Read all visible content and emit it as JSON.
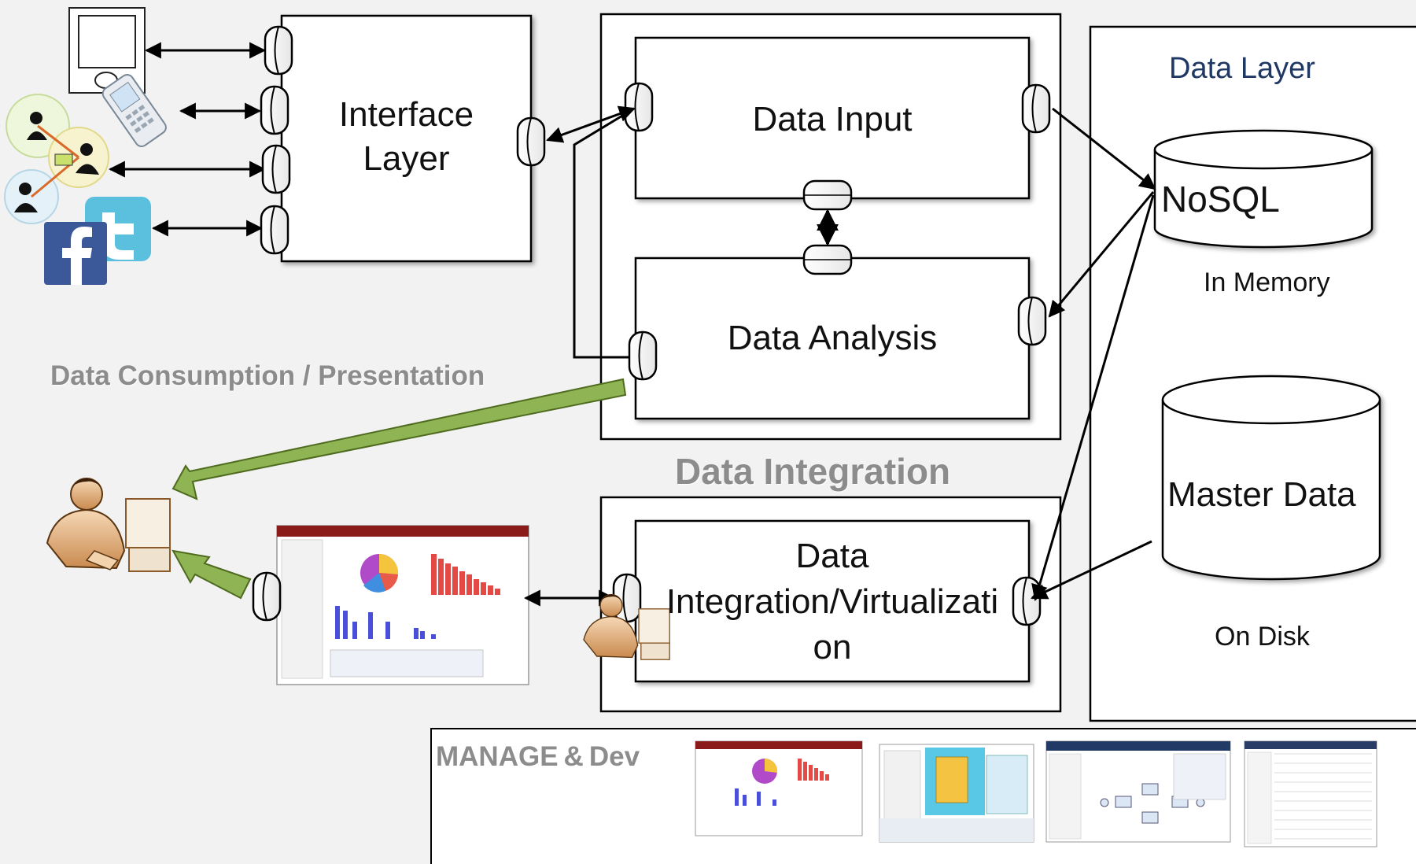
{
  "components": {
    "interface_layer": "Interface\nLayer",
    "data_input": "Data Input",
    "data_analysis": "Data Analysis",
    "data_integration_box": "Data\nIntegration/Virtualizati\non",
    "data_layer_title": "Data Layer",
    "nosql": "NoSQL",
    "in_memory": "In Memory",
    "master_data": "Master Data",
    "on_disk": "On Disk"
  },
  "section_labels": {
    "consumption": "Data Consumption / Presentation",
    "integration": "Data Integration",
    "manage": "MANAGE & Dev"
  },
  "icons": [
    "computer-icon",
    "mobile-phone-icon",
    "people-network-icon",
    "facebook-icon",
    "twitter-icon",
    "user-at-computer-icon",
    "dashboard-screenshot",
    "designer-screenshot",
    "process-screenshot",
    "table-screenshot"
  ],
  "colors": {
    "data_layer_title": "#1f3864",
    "green_arrow": "#8fb454",
    "section_gray": "#8c8c8c",
    "facebook": "#3b5998",
    "twitter": "#5bc0de"
  }
}
